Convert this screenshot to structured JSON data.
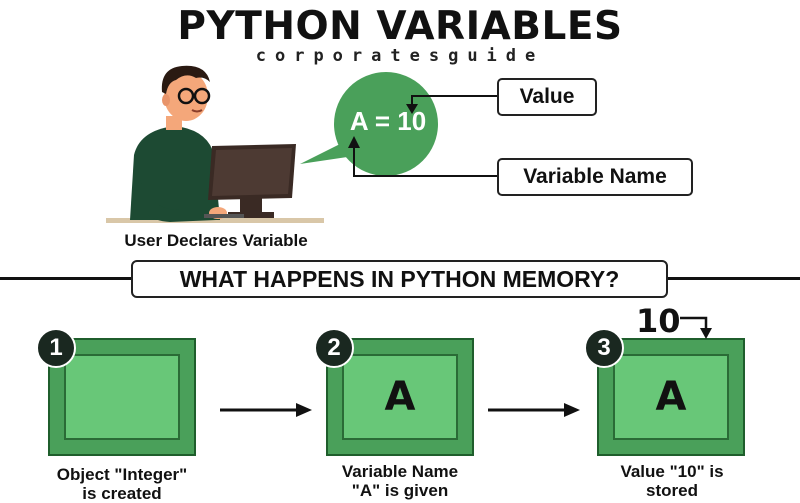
{
  "header": {
    "title": "PYTHON VARIABLES",
    "subtitle": "corporatesguide"
  },
  "top_scene": {
    "caption": "User Declares Variable",
    "bubble_text": "A = 10",
    "callouts": {
      "value": "Value",
      "variable_name": "Variable Name"
    }
  },
  "memory_section": {
    "heading": "WHAT HAPPENS IN PYTHON MEMORY?",
    "steps": [
      {
        "number": "1",
        "box_letter": "",
        "caption_line1": "Object \"Integer\"",
        "caption_line2": "is created"
      },
      {
        "number": "2",
        "box_letter": "A",
        "caption_line1": "Variable Name",
        "caption_line2": "\"A\" is given"
      },
      {
        "number": "3",
        "box_letter": "A",
        "caption_line1": "Value \"10\" is",
        "caption_line2": "stored"
      }
    ],
    "stored_value": "10"
  },
  "colors": {
    "box_outer": "#4aa05a",
    "box_inner": "#68c778",
    "bubble": "#4aa05a",
    "badge": "#1a2820"
  }
}
